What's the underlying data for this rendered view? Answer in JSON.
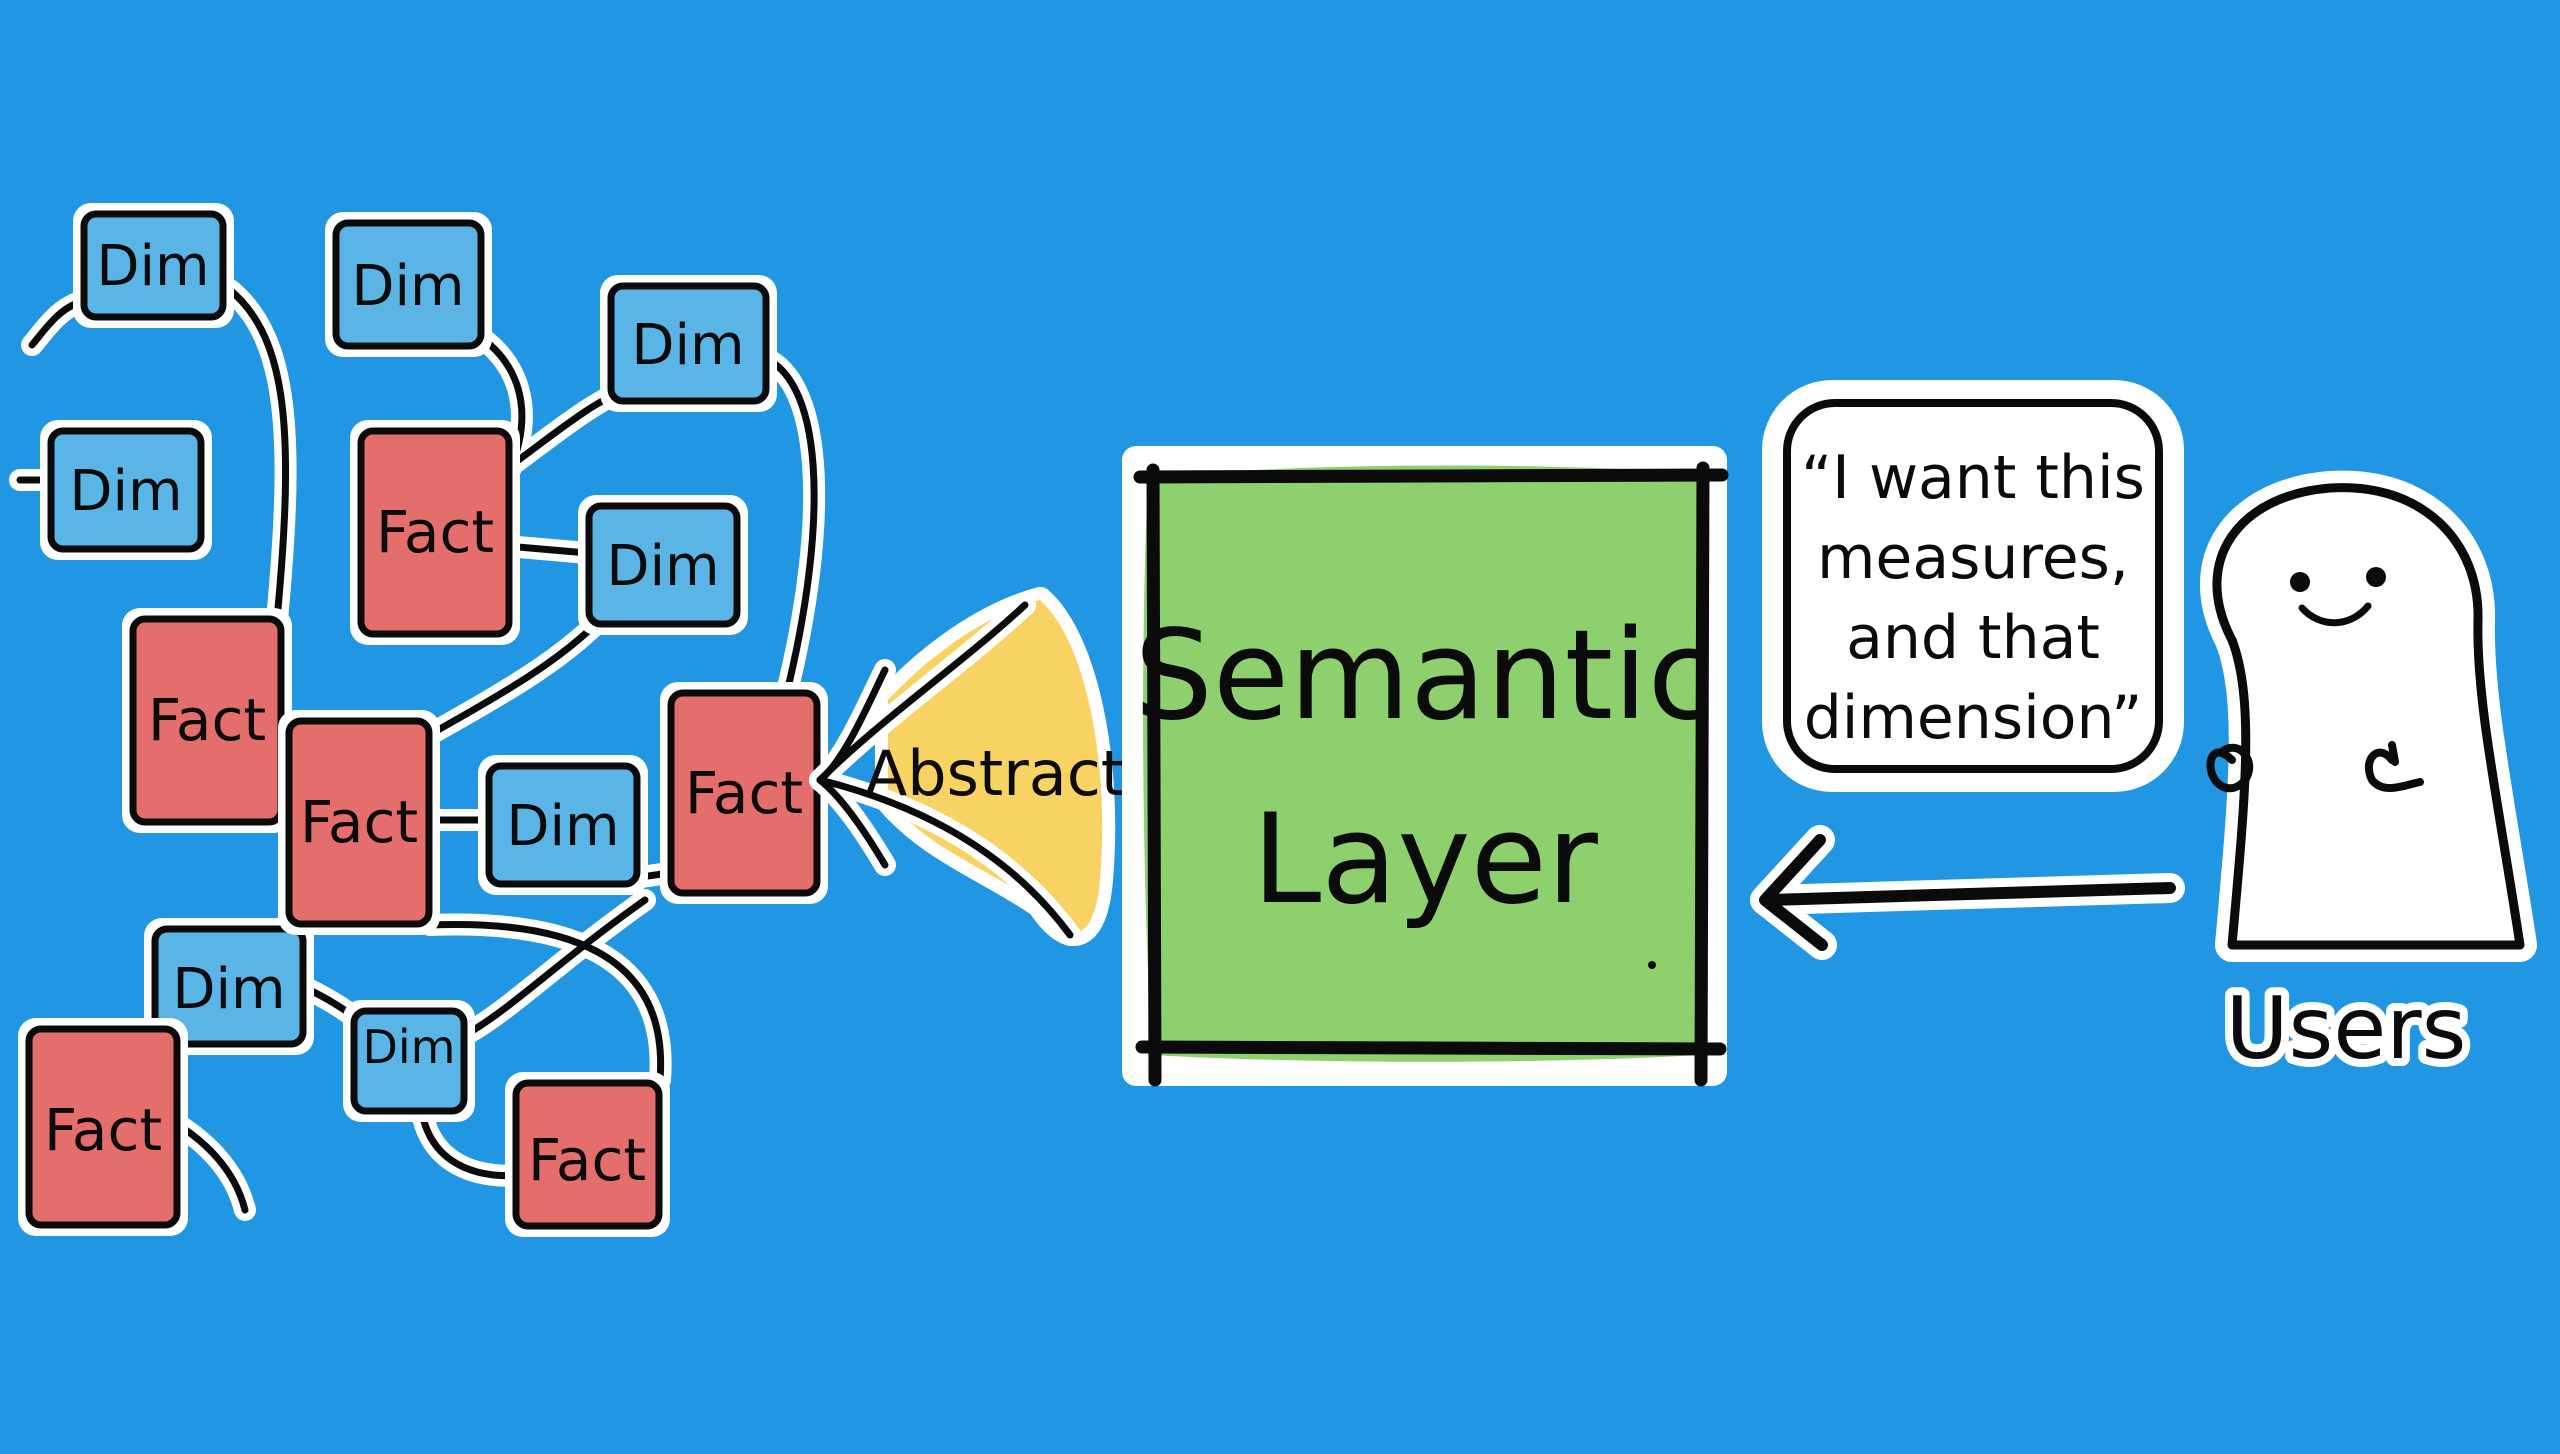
{
  "colors": {
    "background": "#2196e3",
    "dim_fill": "#5ab4e6",
    "fact_fill": "#e46e6c",
    "semantic_fill": "#8fd06e",
    "abstract_fill": "#f8d364",
    "outline": "#0b0b0b",
    "halo": "#ffffff"
  },
  "nodes": [
    {
      "id": "d1",
      "type": "dim",
      "label": "Dim"
    },
    {
      "id": "d2",
      "type": "dim",
      "label": "Dim"
    },
    {
      "id": "d3",
      "type": "dim",
      "label": "Dim"
    },
    {
      "id": "d4",
      "type": "dim",
      "label": "Dim"
    },
    {
      "id": "d5",
      "type": "dim",
      "label": "Dim"
    },
    {
      "id": "d6",
      "type": "dim",
      "label": "Dim"
    },
    {
      "id": "d7",
      "type": "dim",
      "label": "Dim"
    },
    {
      "id": "d8",
      "type": "dim",
      "label": "Dim"
    },
    {
      "id": "f1",
      "type": "fact",
      "label": "Fact"
    },
    {
      "id": "f2",
      "type": "fact",
      "label": "Fact"
    },
    {
      "id": "f3",
      "type": "fact",
      "label": "Fact"
    },
    {
      "id": "f4",
      "type": "fact",
      "label": "Fact"
    },
    {
      "id": "f5",
      "type": "fact",
      "label": "Fact"
    },
    {
      "id": "f6",
      "type": "fact",
      "label": "Fact"
    }
  ],
  "abstract_label": "Abstract",
  "semantic_layer": {
    "line1": "Semantic",
    "line2": "Layer"
  },
  "speech_bubble": {
    "lines": [
      "“I want this",
      "measures,",
      "and that",
      "dimension”"
    ]
  },
  "users_label": "Users"
}
